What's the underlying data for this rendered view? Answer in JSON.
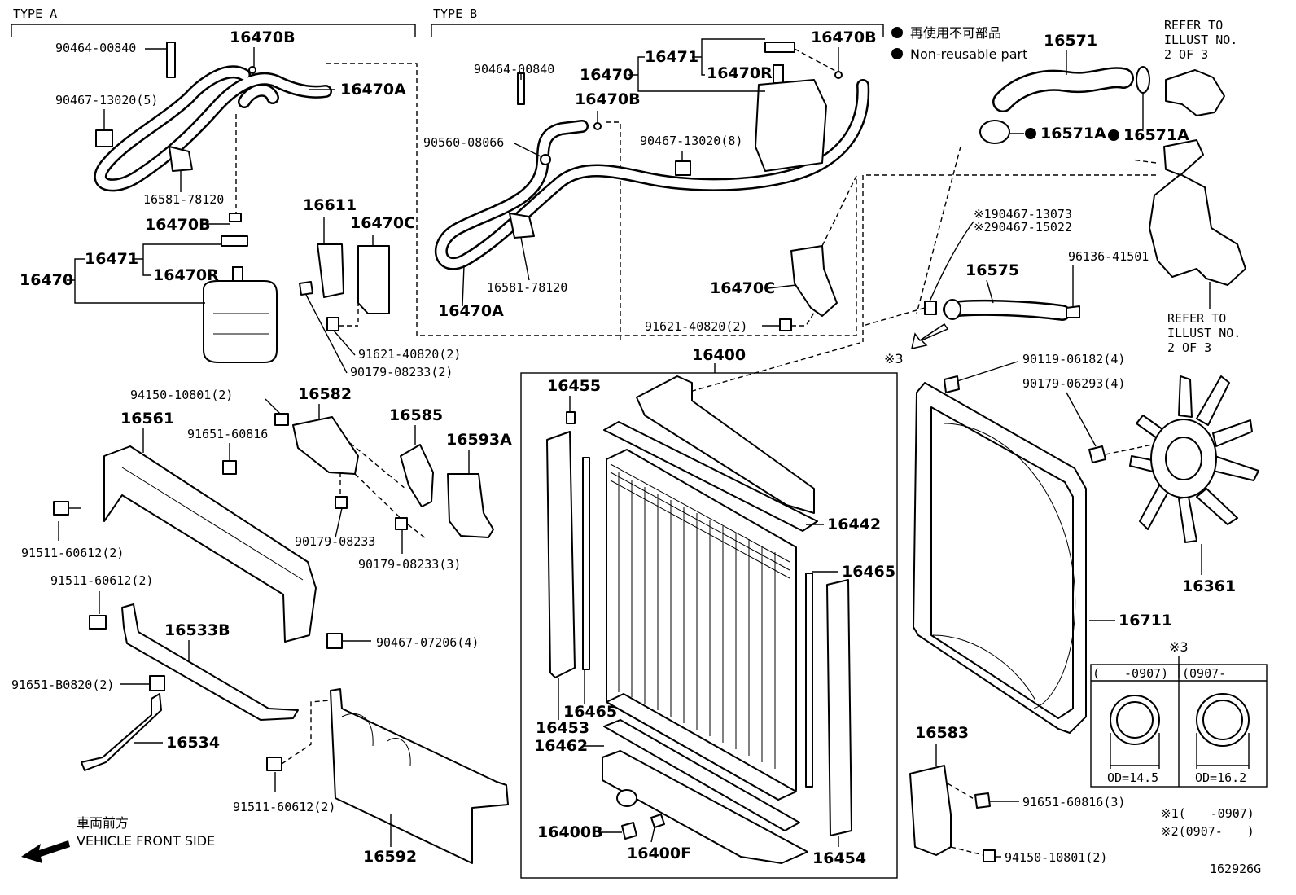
{
  "sections": {
    "type_a": "TYPE A",
    "type_b": "TYPE B"
  },
  "legend": {
    "jp": "再使用不可部品",
    "en": "Non-reusable part"
  },
  "refer_top": [
    "REFER TO",
    "ILLUST NO.",
    "2 OF 3"
  ],
  "refer_mid": [
    "REFER TO",
    "ILLUST NO.",
    "2 OF 3"
  ],
  "vehicle_front": {
    "jp": "車両前方",
    "en": "VEHICLE FRONT SIDE"
  },
  "diagram_id": "162926G",
  "notes": {
    "n1": "※1(　　-0907)",
    "n2": "※2(0907-　　)",
    "n3": "※3"
  },
  "inset": {
    "title": "※3",
    "col1_header": "(　　-0907)",
    "col2_header": "(0907-",
    "od1": "OD=14.5",
    "od2": "OD=16.2"
  },
  "labels": {
    "a_90464": "90464-00840",
    "a_16470B_top": "16470B",
    "a_16470A": "16470A",
    "a_90467_5": "90467-13020(5)",
    "a_16581": "16581-78120",
    "a_16470B_mid": "16470B",
    "a_16471": "16471",
    "a_16470R": "16470R",
    "a_16470": "16470",
    "a_16611": "16611",
    "a_16470C": "16470C",
    "a_91621": "91621-40820(2)",
    "a_90179_2": "90179-08233(2)",
    "b_90464": "90464-00840",
    "b_16471": "16471",
    "b_16470B_top": "16470B",
    "b_16470": "16470",
    "b_16470R": "16470R",
    "b_16470B_mid": "16470B",
    "b_90560": "90560-08066",
    "b_90467_8": "90467-13020(8)",
    "b_16581": "16581-78120",
    "b_16470A": "16470A",
    "b_16470C": "16470C",
    "b_91621": "91621-40820(2)",
    "r_16571": "16571",
    "r_16571A_1": "16571A",
    "r_16571A_2": "16571A",
    "r_90467_13073": "※190467-13073",
    "r_90467_15022": "※290467-15022",
    "r_16575": "16575",
    "r_96136": "96136-41501",
    "m_16400": "16400",
    "m_16455": "16455",
    "m_16442": "16442",
    "m_16465_r": "16465",
    "m_16465_l": "16465",
    "m_16453": "16453",
    "m_16462": "16462",
    "m_16400B": "16400B",
    "m_16400F": "16400F",
    "m_16454": "16454",
    "f_90119": "90119-06182(4)",
    "f_90179_4": "90179-06293(4)",
    "f_16361": "16361",
    "f_16711": "16711",
    "f_16583": "16583",
    "f_91651_3": "91651-60816(3)",
    "f_94150_2b": "94150-10801(2)",
    "l_94150": "94150-10801(2)",
    "l_16582": "16582",
    "l_16561": "16561",
    "l_91651_60816": "91651-60816",
    "l_16585": "16585",
    "l_16593A": "16593A",
    "l_91511_a": "91511-60612(2)",
    "l_90179_08233": "90179-08233",
    "l_90179_3": "90179-08233(3)",
    "l_91511_b": "91511-60612(2)",
    "l_16533B": "16533B",
    "l_90467_4": "90467-07206(4)",
    "l_91651_B": "91651-B0820(2)",
    "l_16534": "16534",
    "l_91511_c": "91511-60612(2)",
    "l_16592": "16592"
  }
}
